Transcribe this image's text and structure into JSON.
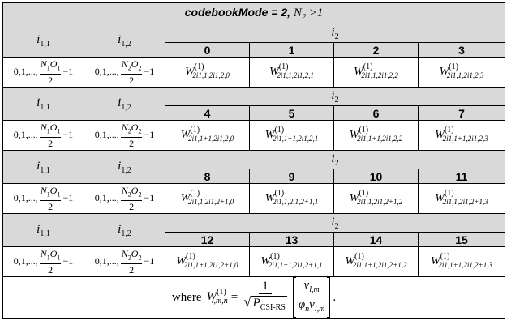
{
  "title": {
    "mode_label": "codebookMode = 2,",
    "condition": "N",
    "condition_sub": "2",
    "condition_rest": " >1"
  },
  "col_i11": {
    "base": "i",
    "sub": "1,1"
  },
  "col_i12": {
    "base": "i",
    "sub": "1,2"
  },
  "col_i2": {
    "base": "i",
    "sub": "2"
  },
  "range_i11": {
    "prefix": "0,1,...,",
    "num": "N",
    "num_sub1": "1",
    "num_mid": "O",
    "num_sub2": "1",
    "den": "2",
    "suffix": "−1"
  },
  "range_i12": {
    "prefix": "0,1,...,",
    "num": "N",
    "num_sub1": "2",
    "num_mid": "O",
    "num_sub2": "2",
    "den": "2",
    "suffix": "−1"
  },
  "blocks": [
    {
      "indices": [
        "0",
        "1",
        "2",
        "3"
      ],
      "w": [
        "2i1,1,2i1,2,0",
        "2i1,1,2i1,2,1",
        "2i1,1,2i1,2,2",
        "2i1,1,2i1,2,3"
      ]
    },
    {
      "indices": [
        "4",
        "5",
        "6",
        "7"
      ],
      "w": [
        "2i1,1+1,2i1,2,0",
        "2i1,1+1,2i1,2,1",
        "2i1,1+1,2i1,2,2",
        "2i1,1+1,2i1,2,3"
      ]
    },
    {
      "indices": [
        "8",
        "9",
        "10",
        "11"
      ],
      "w": [
        "2i1,1,2i1,2+1,0",
        "2i1,1,2i1,2+1,1",
        "2i1,1,2i1,2+1,2",
        "2i1,1,2i1,2+1,3"
      ]
    },
    {
      "indices": [
        "12",
        "13",
        "14",
        "15"
      ],
      "w": [
        "2i1,1+1,2i1,2+1,0",
        "2i1,1+1,2i1,2+1,1",
        "2i1,1+1,2i1,2+1,2",
        "2i1,1+1,2i1,2+1,3"
      ]
    }
  ],
  "w_symbol": "W",
  "w_superscript": "(1)",
  "formula": {
    "where": "where",
    "lhs_symbol": "W",
    "lhs_sup": "(1)",
    "lhs_sub": "l,m,n",
    "equals": "=",
    "numerator": "1",
    "den_symbol": "P",
    "den_sub": "CSI-RS",
    "vec_top": "v",
    "vec_top_sub": "l,m",
    "vec_bottom": "φ",
    "vec_bottom_sub1": "n",
    "vec_bottom_v": "v",
    "vec_bottom_sub2": "l,m",
    "trailing": "."
  }
}
